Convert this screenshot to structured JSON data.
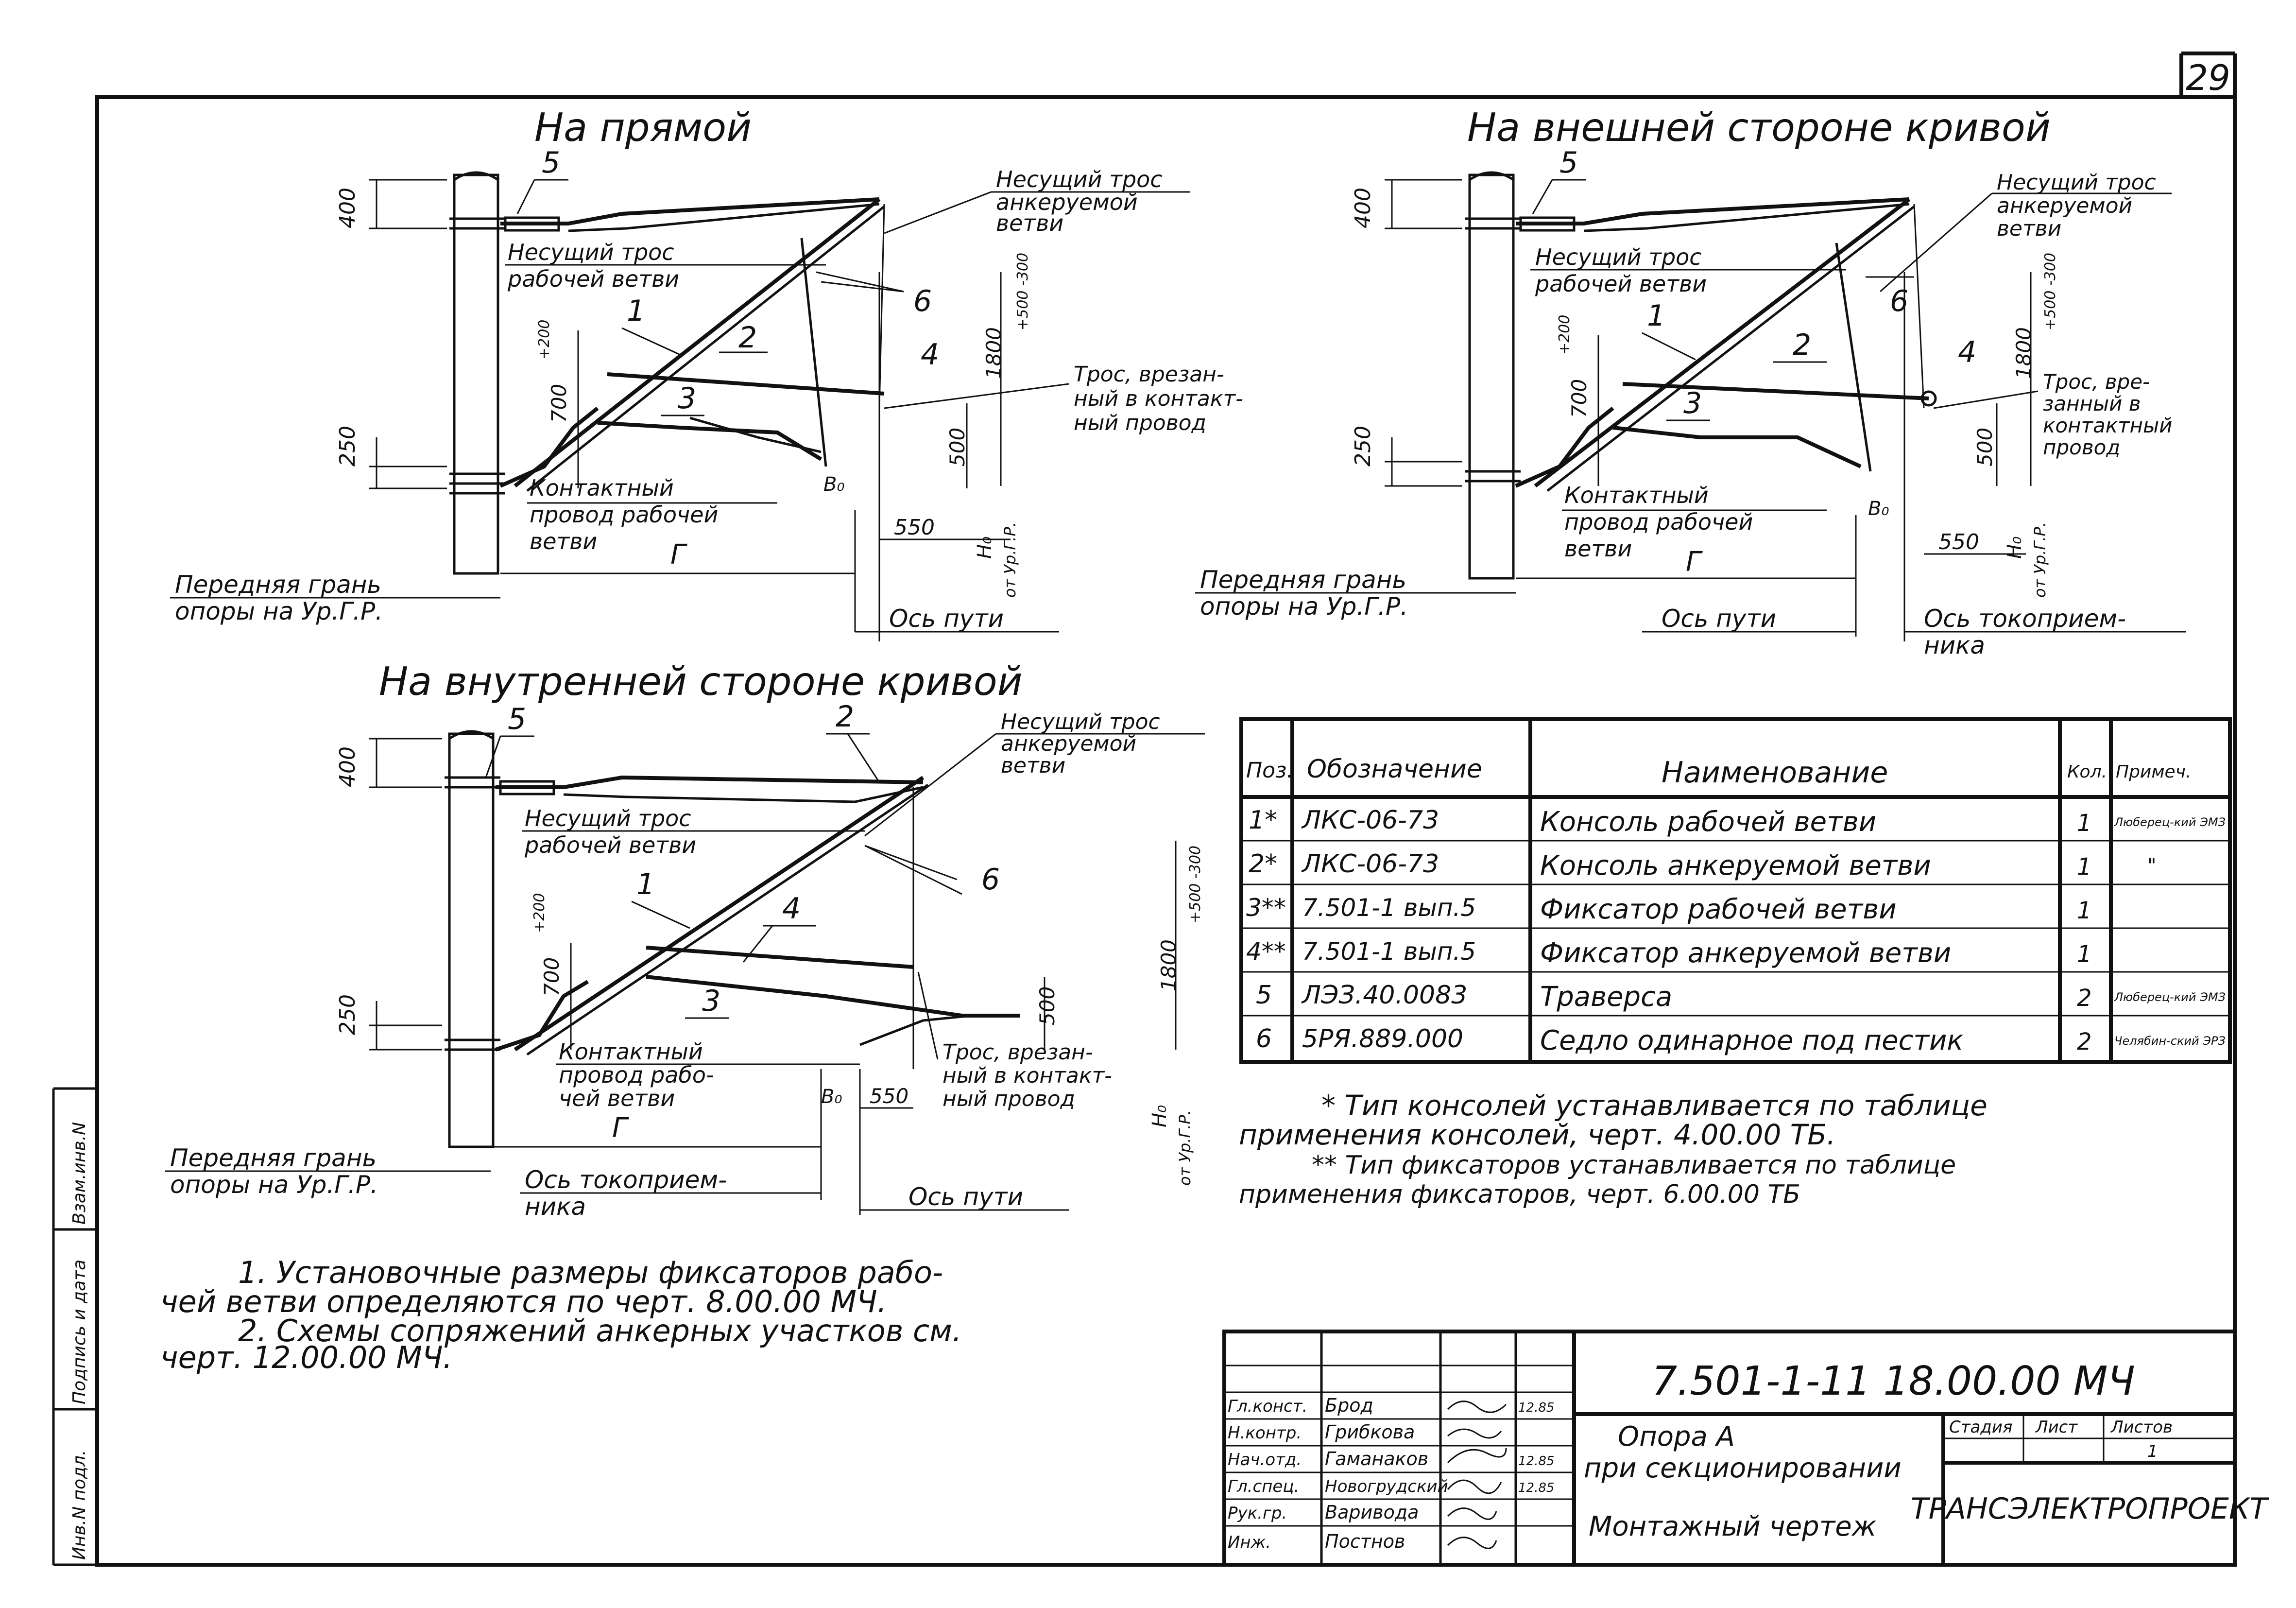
{
  "sheet_number": "29",
  "views": {
    "straight": {
      "title": "На прямой",
      "labels": {
        "pos5": "5",
        "pos6": "6",
        "pos1": "1",
        "pos2": "2",
        "pos3": "3",
        "pos4": "4",
        "carrier_anchored": [
          "Несущий трос",
          "анкеруемой",
          "ветви"
        ],
        "carrier_working": [
          "Несущий трос",
          "рабочей ветви"
        ],
        "wire_cut": [
          "Трос, врезан-",
          "ный в контакт-",
          "ный провод"
        ],
        "contact_wire": [
          "Контактный",
          "провод рабочей",
          "ветви"
        ],
        "front_face": [
          "Передняя грань",
          "опоры на Ур.Г.Р."
        ],
        "track_axis": "Ось пути",
        "dims": {
          "d400": "400",
          "d250": "250",
          "d700": "700",
          "d700tol": "+200",
          "d1800": "1800",
          "d1800tol": "+500 -300",
          "d500": "500",
          "d550": "550",
          "g": "Г",
          "b0": "В₀",
          "h0": [
            "Н₀",
            "от Ур.Г.Р."
          ]
        }
      }
    },
    "outer_curve": {
      "title": "На внешней стороне кривой",
      "labels": {
        "pos5": "5",
        "pos6": "6",
        "pos1": "1",
        "pos2": "2",
        "pos3": "3",
        "pos4": "4",
        "carrier_anchored": [
          "Несущий трос",
          "анкеруемой",
          "ветви"
        ],
        "carrier_working": [
          "Несущий трос",
          "рабочей ветви"
        ],
        "wire_cut": [
          "Трос, вре-",
          "занный в",
          "контактный",
          "провод"
        ],
        "contact_wire": [
          "Контактный",
          "провод рабочей",
          "ветви"
        ],
        "front_face": [
          "Передняя грань",
          "опоры на Ур.Г.Р."
        ],
        "track_axis": "Ось пути",
        "pantograph_axis": [
          "Ось токоприем-",
          "ника"
        ],
        "dims": {
          "d400": "400",
          "d250": "250",
          "d700": "700",
          "d700tol": "+200",
          "d1800": "1800",
          "d1800tol": "+500 -300",
          "d500": "500",
          "d550": "550",
          "g": "Г",
          "b0": "В₀",
          "h0": [
            "Н₀",
            "от Ур.Г.Р."
          ]
        }
      }
    },
    "inner_curve": {
      "title": "На внутренней стороне кривой",
      "labels": {
        "pos5": "5",
        "pos6": "6",
        "pos1": "1",
        "pos2": "2",
        "pos3": "3",
        "pos4": "4",
        "carrier_anchored": [
          "Несущий трос",
          "анкеруемой",
          "ветви"
        ],
        "carrier_working": [
          "Несущий трос",
          "рабочей ветви"
        ],
        "wire_cut": [
          "Трос, врезан-",
          "ный в контакт-",
          "ный провод"
        ],
        "contact_wire": [
          "Контактный",
          "провод рабо-",
          "чей ветви"
        ],
        "front_face": [
          "Передняя грань",
          "опоры на Ур.Г.Р."
        ],
        "track_axis": "Ось пути",
        "pantograph_axis": [
          "Ось токоприем-",
          "ника"
        ],
        "dims": {
          "d400": "400",
          "d250": "250",
          "d700": "700",
          "d700tol": "+200",
          "d1800": "1800",
          "d1800tol": "+500 -300",
          "d500": "500",
          "d550": "550",
          "g": "Г",
          "b0": "В₀",
          "h0": [
            "Н₀",
            "от Ур.Г.Р."
          ]
        }
      }
    }
  },
  "spec_table": {
    "headers": [
      "Поз.",
      "Обозначение",
      "Наименование",
      "Кол.",
      "Примеч."
    ],
    "rows": [
      [
        "1*",
        "ЛКС-06-73",
        "Консоль рабочей ветви",
        "1",
        "Люберец-кий ЭМЗ"
      ],
      [
        "2*",
        "ЛКС-06-73",
        "Консоль анкеруемой ветви",
        "1",
        "\""
      ],
      [
        "3**",
        "7.501-1 вып.5",
        "Фиксатор рабочей ветви",
        "1",
        ""
      ],
      [
        "4**",
        "7.501-1 вып.5",
        "Фиксатор анкеруемой ветви",
        "1",
        ""
      ],
      [
        "5",
        "ЛЭЗ.40.0083",
        "Траверса",
        "2",
        "Люберец-кий ЭМЗ"
      ],
      [
        "6",
        "5РЯ.889.000",
        "Седло одинарное под пестик",
        "2",
        "Челябин-ский ЭРЗ"
      ]
    ]
  },
  "table_notes": [
    "* Тип консолей устанавливается по таблице",
    "применения консолей, черт. 4.00.00 ТБ.",
    "** Тип фиксаторов устанавливается по таблице",
    "применения фиксаторов, черт. 6.00.00 ТБ"
  ],
  "general_notes": [
    "1. Установочные размеры фиксаторов рабо-",
    "чей ветви определяются по черт. 8.00.00 МЧ.",
    "2. Схемы сопряжений анкерных участков см.",
    "черт. 12.00.00 МЧ."
  ],
  "left_margin_labels": [
    "Инв.N подл.",
    "Подпись и дата",
    "Взам.инв.N"
  ],
  "title_block": {
    "code": "7.501-1-11   18.00.00 МЧ",
    "title_line1": "Опора А",
    "title_line2": "при секционировании",
    "doc_type": "Монтажный чертеж",
    "stage_header": "Стадия",
    "sheet_header": "Лист",
    "sheets_header": "Листов",
    "sheets_value": "1",
    "organization": "ТРАНСЭЛЕКТРОПРОЕКТ",
    "signatures": [
      {
        "role": "Гл.конст.",
        "name": "Брод",
        "date": "12.85"
      },
      {
        "role": "Н.контр.",
        "name": "Грибкова",
        "date": ""
      },
      {
        "role": "Нач.отд.",
        "name": "Гаманаков",
        "date": "12.85"
      },
      {
        "role": "Гл.спец.",
        "name": "Новогрудский",
        "date": "12.85"
      },
      {
        "role": "Рук.гр.",
        "name": "Варивода",
        "date": ""
      },
      {
        "role": "Инж.",
        "name": "Постнов",
        "date": ""
      }
    ]
  }
}
